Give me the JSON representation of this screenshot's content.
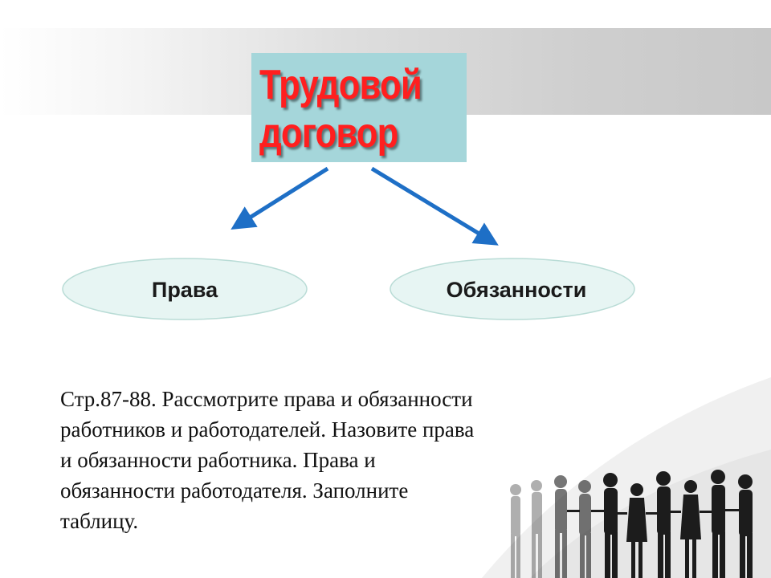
{
  "title": {
    "line1": "Трудовой",
    "line2": "договор"
  },
  "nodes": {
    "left": "Права",
    "right": "Обязанности"
  },
  "body_text": "Стр.87-88. Рассмотрите права и обязанности работников и работодателей. Назовите права и обязанности работника. Права и обязанности работодателя. Заполните таблицу.",
  "colors": {
    "title_box": "#a5d6da",
    "title_text": "#ff1f1f",
    "ellipse_fill": "#e7f5f3",
    "arrow": "#1e6fc6"
  }
}
